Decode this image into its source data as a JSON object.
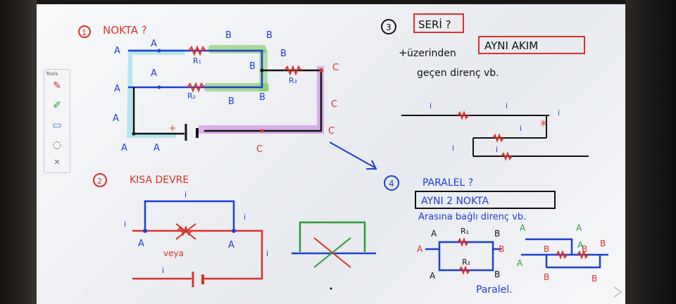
{
  "toolbar": {
    "label": "Tools",
    "items": [
      {
        "name": "pen",
        "glyph": "✎"
      },
      {
        "name": "highlighter",
        "glyph": "✐"
      },
      {
        "name": "eraser",
        "glyph": "▭"
      },
      {
        "name": "lasso",
        "glyph": "◌"
      },
      {
        "name": "close",
        "glyph": "✕"
      }
    ]
  },
  "section1": {
    "number": "1",
    "title": "NOKTA ?"
  },
  "section2": {
    "number": "2",
    "title": "KISA DEVRE",
    "veya": "veya"
  },
  "section3": {
    "number": "3",
    "title": "SERİ ?",
    "line1a": "üzerinden",
    "line1b": "AYNI AKIM",
    "line2": "geçen direnç vb."
  },
  "section4": {
    "number": "4",
    "title": "PARALEL ?",
    "box": "AYNI 2 NOKTA",
    "line1": "Arasına bağlı direnç vb.",
    "paralel": "Paralel."
  },
  "labels": {
    "A": "A",
    "B": "B",
    "C": "C",
    "R1": "R₁",
    "R2": "R₂",
    "R3": "R₃",
    "i": "i",
    "plus": "+"
  },
  "colors": {
    "red": "#d8322a",
    "blue": "#1d3fd0",
    "black": "#111111",
    "green": "#6fc24a",
    "cyan": "#6cd6e6",
    "purple": "#c67adf"
  }
}
